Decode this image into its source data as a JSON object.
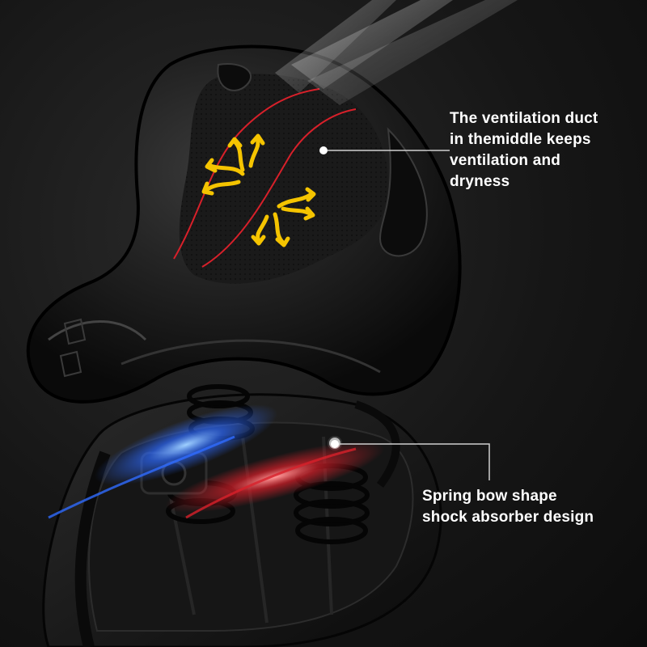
{
  "callouts": {
    "ventilation": {
      "lines": [
        "The ventilation duct",
        "in themiddle keeps",
        "ventilation and",
        "dryness"
      ]
    },
    "spring": {
      "lines": [
        "Spring bow shape",
        "shock absorber design"
      ]
    }
  },
  "colors": {
    "background": "#141414",
    "saddle": "#1c1c1c",
    "accent_red": "#d8202a",
    "accent_blue": "#2f6bff",
    "arrow_yellow": "#f5c400",
    "text": "#ffffff"
  }
}
